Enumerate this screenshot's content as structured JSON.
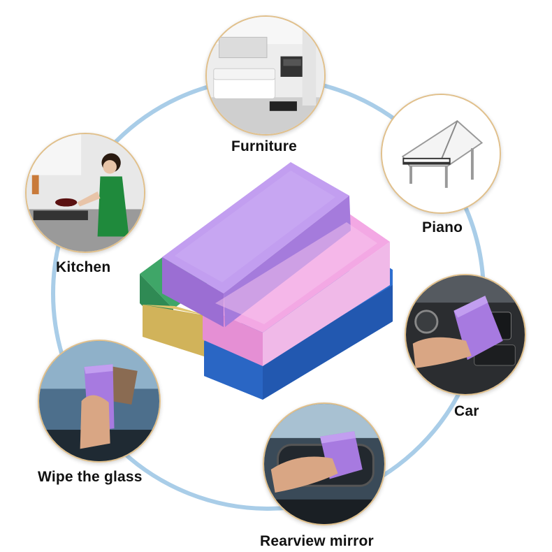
{
  "labels": {
    "furniture": "Furniture",
    "piano": "Piano",
    "kitchen": "Kitchen",
    "car": "Car",
    "wipe_glass": "Wipe the glass",
    "rearview_mirror": "Rearview mirror"
  },
  "colors": {
    "ring": "#a9cde8",
    "photo_border": "#e1c08b",
    "sponge_purple": "#b48ae6",
    "sponge_pink": "#f3a8e4",
    "sponge_blue": "#2e6fd0",
    "sponge_green": "#3fa668",
    "sponge_yellow": "#d1b35a"
  },
  "icons": [
    "furniture-room-photo",
    "white-piano-photo",
    "kitchen-woman-photo",
    "car-dashboard-photo",
    "windshield-wipe-photo",
    "rearview-mirror-photo",
    "sponge-stack-photo"
  ]
}
